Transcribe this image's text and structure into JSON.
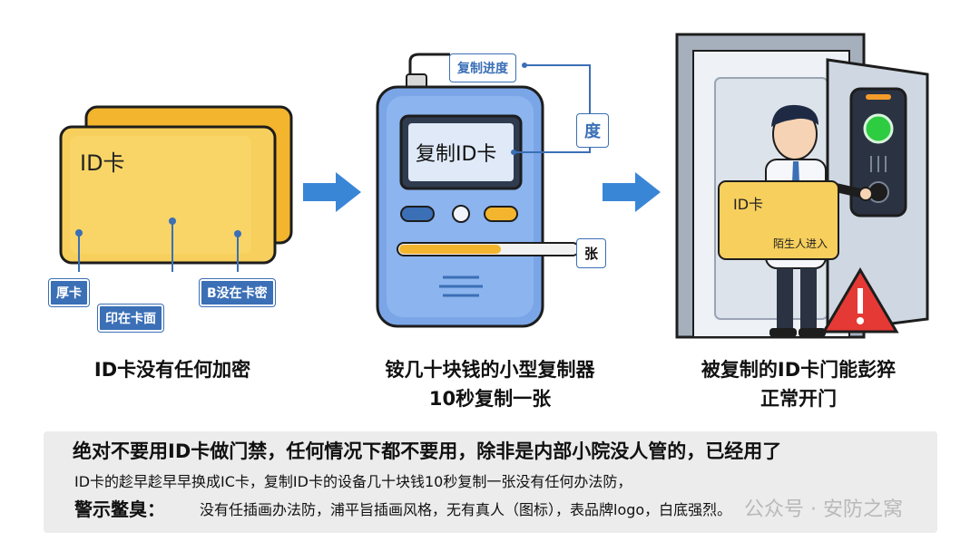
{
  "panel1": {
    "card_label": "ID卡",
    "tag_thick": "厚卡",
    "tag_printed": "印在卡面",
    "tag_no_secret": "B没在卡密",
    "caption": "ID卡没有任何加密"
  },
  "panel2": {
    "screen_text": "复制ID卡",
    "tag_progress": "复制进度",
    "tag_degree": "度",
    "tag_sheet": "张",
    "caption_line1": "铵几十块钱的小型复制器",
    "caption_line2": "10秒复制一张"
  },
  "panel3": {
    "card_label": "ID卡",
    "card_sub": "陌生人进入",
    "caption_line1": "被复制的ID卡门能彭猝",
    "caption_line2": "正常开门"
  },
  "bottom": {
    "line1": "绝对不要用ID卡做门禁，任何情况下都不要用，除非是内部小院没人管的，已经用了",
    "line2": "ID卡的趁早趁早早换成IC卡，复制ID卡的设备几十块钱10秒复制一张没有任何办法防，",
    "line3_label": "警示鳖臭：",
    "line3_text": "没有任插画办法防，浦平旨插画风格，无有真人（图标），表品牌logo，白底强烈。"
  },
  "watermark": "公众号 · 安防之窝",
  "colors": {
    "card_yellow": "#f5c143",
    "device_blue": "#7aa6e8",
    "tag_blue": "#3b6fb6",
    "arrow_blue": "#3a86d6",
    "warning_red": "#e53935",
    "green_light": "#2ecc40"
  }
}
